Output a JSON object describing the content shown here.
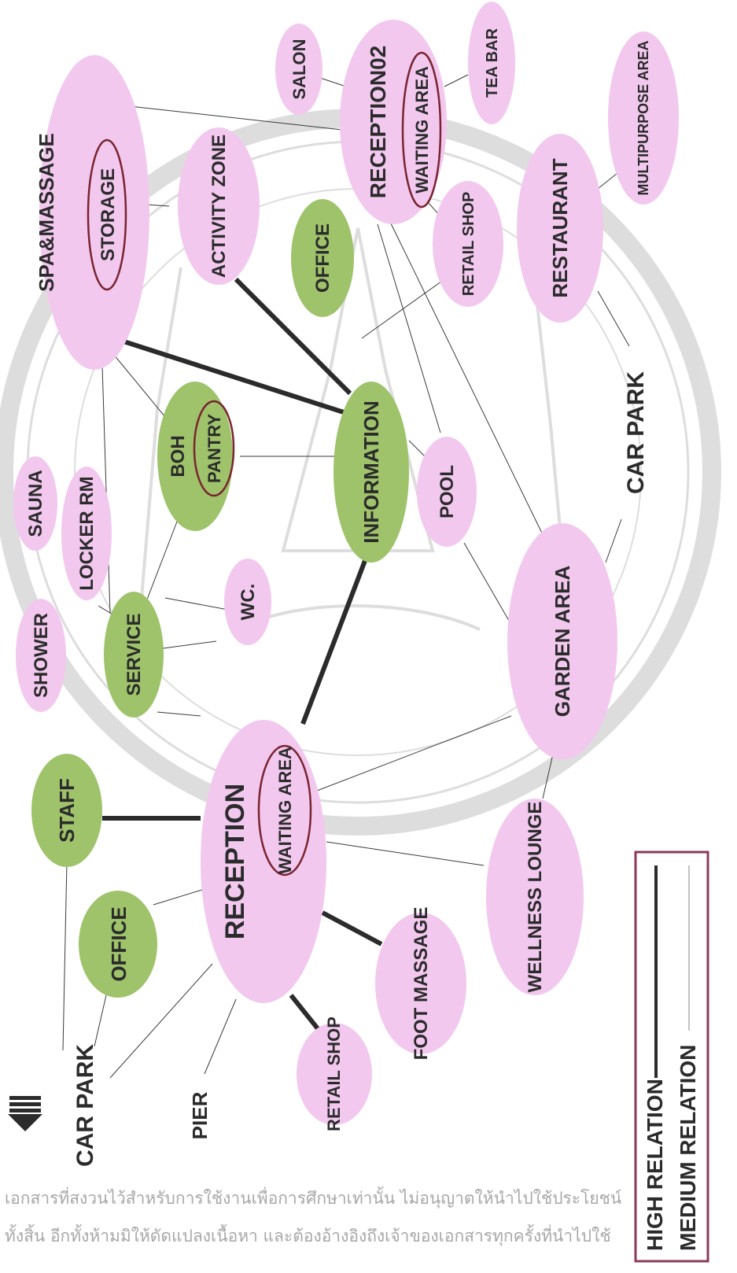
{
  "colors": {
    "pink": "#f2c8ef",
    "green": "#9ec36a",
    "outline_ring": "#7a2430",
    "legend_border": "#8a3b5c",
    "line": "#2b2b2b"
  },
  "entrance_icon": "down-arrow-icon",
  "nodes": {
    "car_park_left": "CAR PARK",
    "pier": "PIER",
    "office_left": "OFFICE",
    "staff": "STAFF",
    "retail_shop_bottom": "RETAIL SHOP",
    "foot_massage": "FOOT MASSAGE",
    "wellness_lounge": "WELLNESS LOUNGE",
    "reception": "RECEPTION",
    "reception_waiting": "WAITING AREA",
    "service": "SERVICE",
    "shower": "SHOWER",
    "locker_rm": "LOCKER RM",
    "sauna": "SAUNA",
    "wc": "WC.",
    "boh": "BOH",
    "pantry": "PANTRY",
    "information": "INFORMATION",
    "pool": "POOL",
    "garden_area": "GARDEN AREA",
    "car_park_right": "CAR PARK",
    "spa_massage": "SPA&MASSAGE",
    "storage": "STORAGE",
    "activity_zone": "ACTIVITY ZONE",
    "office_upper": "OFFICE",
    "reception02": "RECEPTION02",
    "reception02_waiting": "WAITING AREA",
    "salon": "SALON",
    "tea_bar": "TEA BAR",
    "retail_shop_upper": "RETAIL SHOP",
    "restaurant": "RESTAURANT",
    "multipurpose_area": "MULTIPURPOSE AREA"
  },
  "legend": {
    "high": "HIGH RELATION",
    "medium": "MEDIUM RELATION"
  },
  "watermark": {
    "line1": "เอกสารที่สงวนไว้สำหรับการใช้งานเพื่อการศึกษาเท่านั้น ไม่อนุญาตให้นำไปใช้ประโยชน์",
    "line2": "ทั้งสิ้น อีกทั้งห้ามมิให้ดัดแปลงเนื้อหา และต้องอ้างอิงถึงเจ้าของเอกสารทุกครั้งที่นำไปใช้"
  }
}
